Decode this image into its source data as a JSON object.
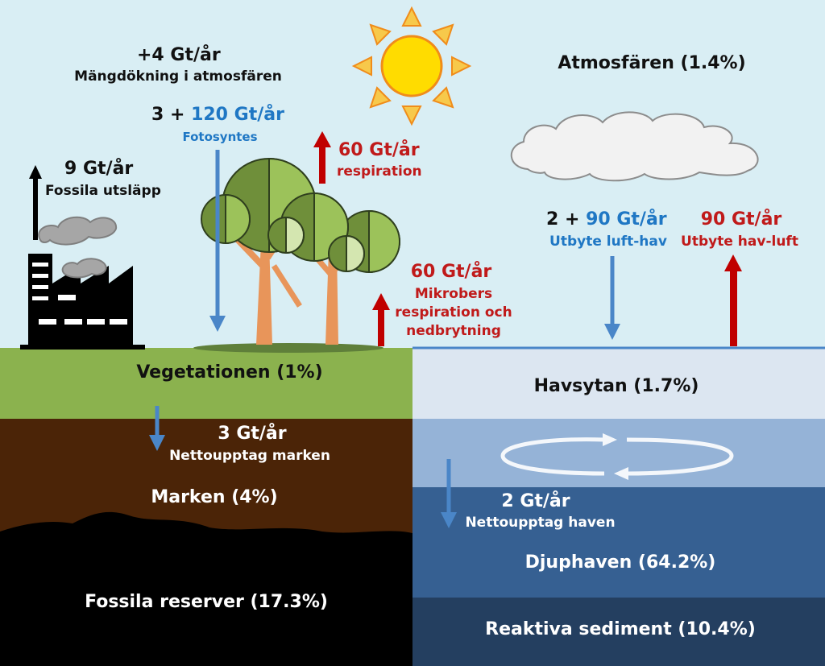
{
  "colors": {
    "sky": "#d9eef4",
    "vegetation": "#8bb24e",
    "soil": "#4b2407",
    "fossil": "#000000",
    "sea_surface": "#dce6f1",
    "ocean_mid": "#95b3d7",
    "deep_ocean": "#366092",
    "sediment": "#243f60",
    "flux_down": "#4a86c8",
    "flux_up": "#c00000"
  },
  "labels": {
    "atmosphere": "Atmosfären (1.4%)",
    "atmos_increase": "+4 Gt/år",
    "atmos_increase_desc": "Mängdökning i atmosfären",
    "photo_prefix": "3 + ",
    "photo_value": "120 Gt/år",
    "photo_desc": "Fotosyntes",
    "resp_value": "60 Gt/år",
    "resp_desc": "respiration",
    "fossil_emis_value": "9 Gt/år",
    "fossil_emis_desc": "Fossila utsläpp",
    "microbe_value": "60 Gt/år",
    "microbe_desc_1": "Mikrobers",
    "microbe_desc_2": "respiration och",
    "microbe_desc_3": "nedbrytning",
    "airsea_prefix": "2 + ",
    "airsea_value": "90 Gt/år",
    "airsea_desc": "Utbyte luft-hav",
    "seaair_value": "90 Gt/år",
    "seaair_desc": "Utbyte hav-luft",
    "vegetation": "Vegetationen (1%)",
    "sea_surface": "Havsytan (1.7%)",
    "soil_uptake_value": "3 Gt/år",
    "soil_uptake_desc": "Nettoupptag marken",
    "soil": "Marken (4%)",
    "ocean_uptake_value": "2 Gt/år",
    "ocean_uptake_desc": "Nettoupptag haven",
    "deep_ocean": "Djuphaven (64.2%)",
    "fossil_reserves": "Fossila reserver (17.3%)",
    "sediment": "Reaktiva sediment (10.4%)"
  },
  "icons": [
    "sun-icon",
    "cloud-icon",
    "factory-icon",
    "smoke-icon",
    "tree-icon",
    "circulation-icon"
  ]
}
